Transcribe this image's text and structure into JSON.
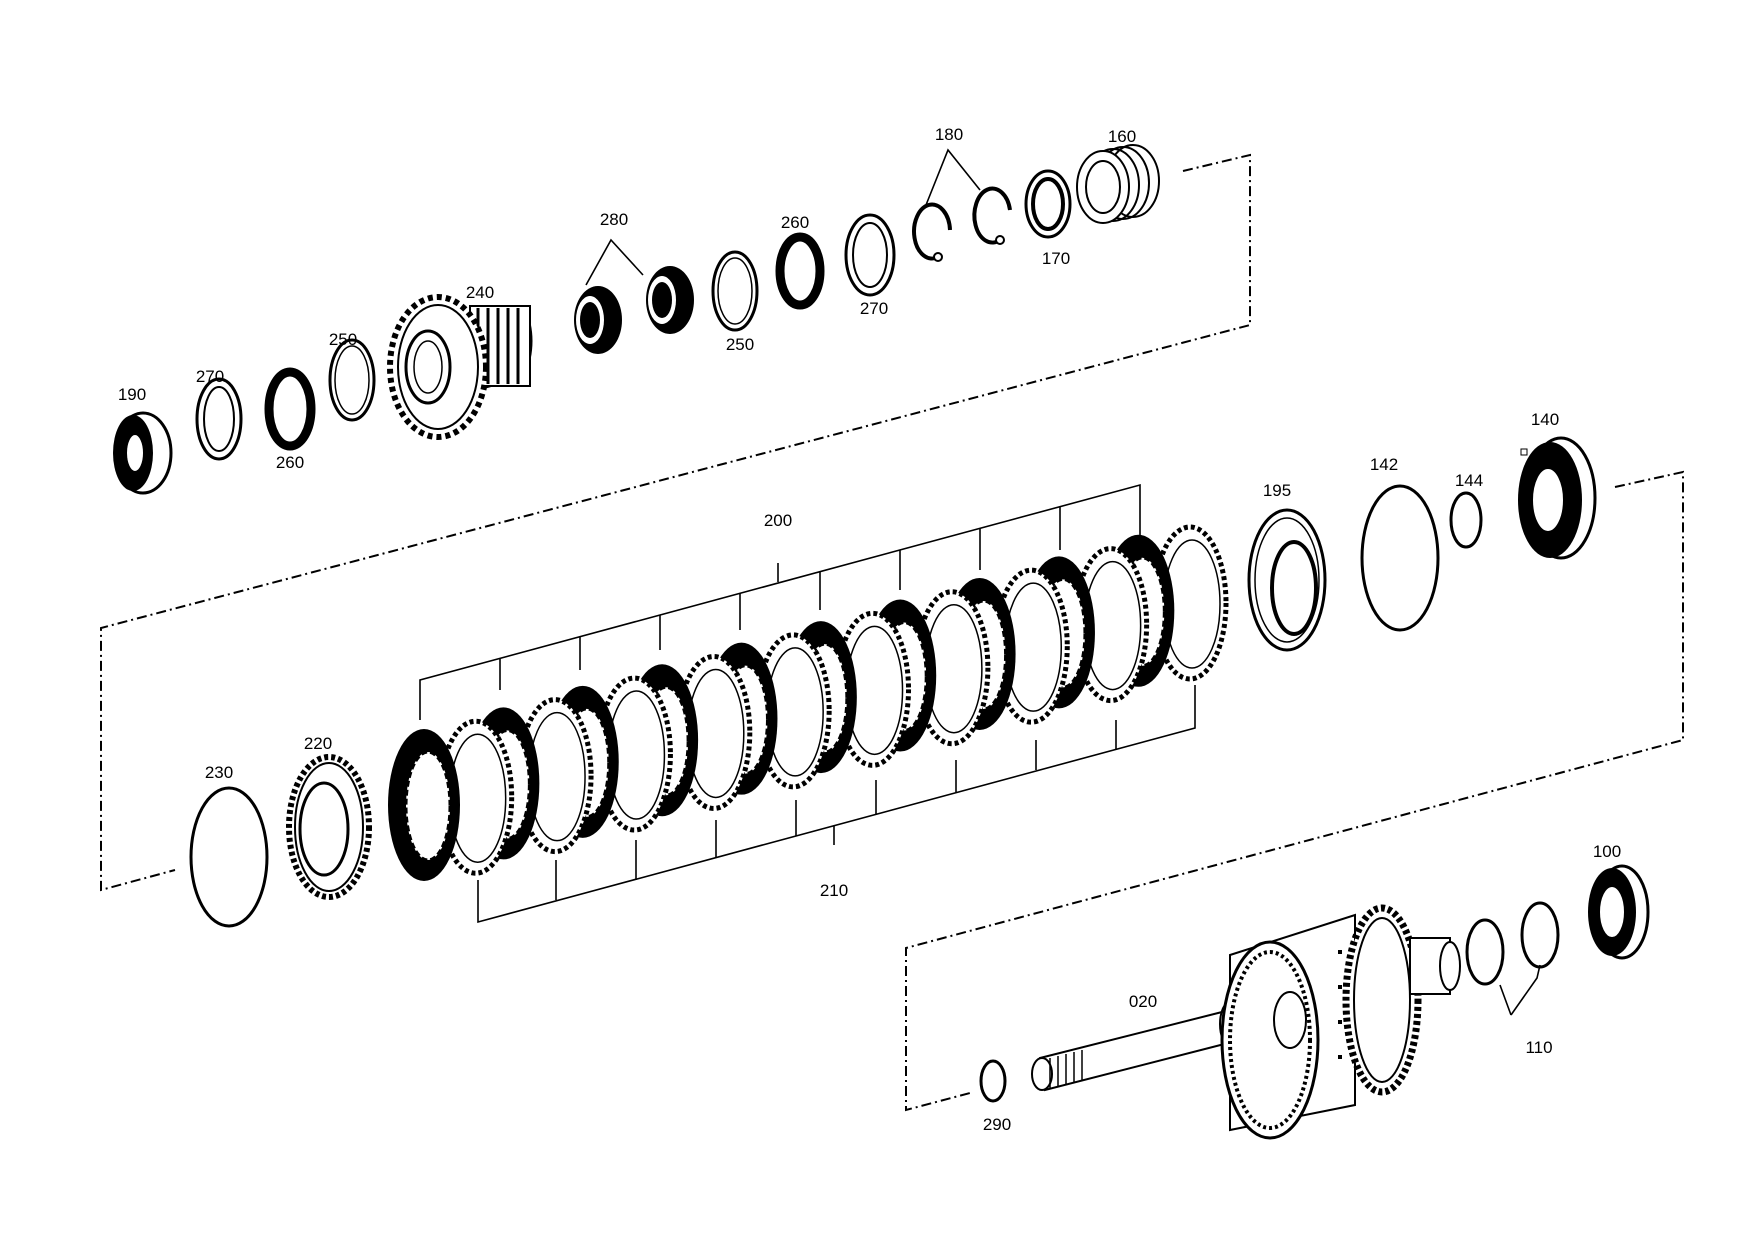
{
  "labels": {
    "p190": "190",
    "p270a": "270",
    "p260a": "260",
    "p250a": "250",
    "p240": "240",
    "p280": "280",
    "p250b": "250",
    "p260b": "260",
    "p270b": "270",
    "p180": "180",
    "p170": "170",
    "p160": "160",
    "p200": "200",
    "p210": "210",
    "p195": "195",
    "p142": "142",
    "p144": "144",
    "p140": "140",
    "p230": "230",
    "p220": "220",
    "p100": "100",
    "p110": "110",
    "p020": "020",
    "p290": "290"
  }
}
